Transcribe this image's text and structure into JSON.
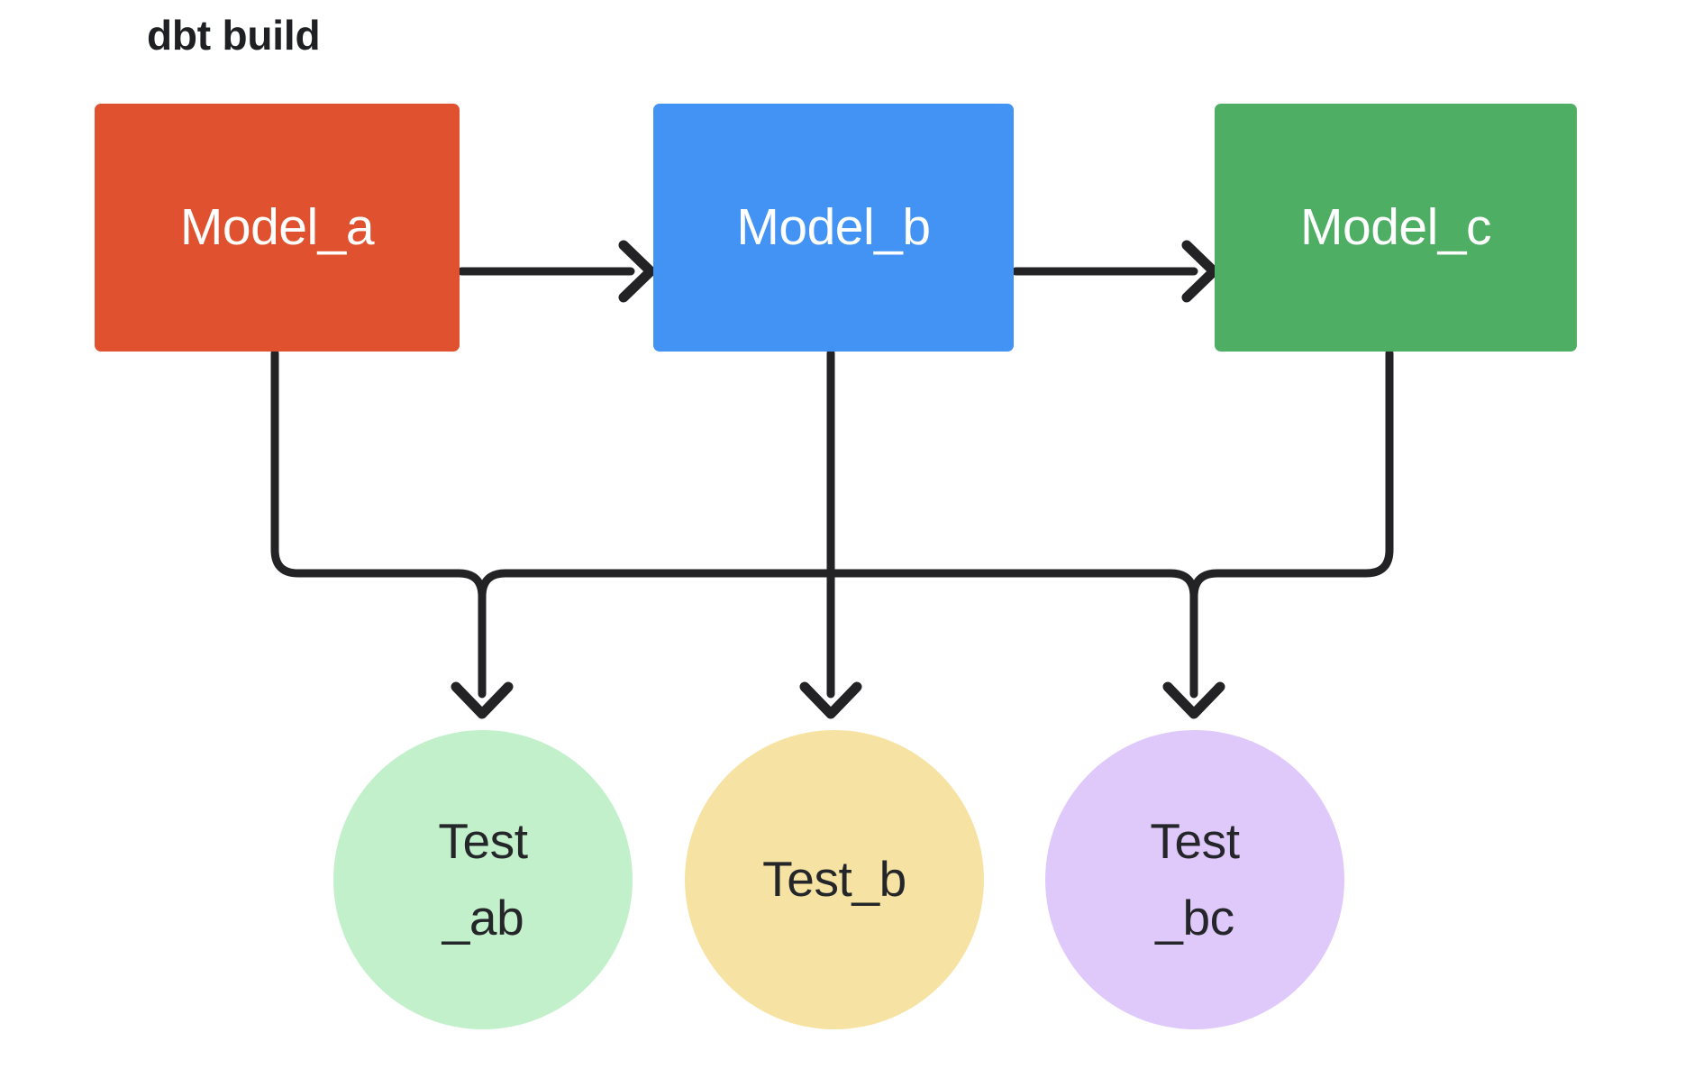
{
  "diagram": {
    "title": "dbt build",
    "background_color": "#ffffff",
    "edge_color": "#232326"
  },
  "models": [
    {
      "id": "model_a",
      "label": "Model_a",
      "color": "#e0522f",
      "text_color": "#ffffff",
      "shape": "rectangle"
    },
    {
      "id": "model_b",
      "label": "Model_b",
      "color": "#4393f5",
      "text_color": "#ffffff",
      "shape": "rectangle"
    },
    {
      "id": "model_c",
      "label": "Model_c",
      "color": "#4eae64",
      "text_color": "#ffffff",
      "shape": "rectangle"
    }
  ],
  "tests": [
    {
      "id": "test_ab",
      "label": "Test\n_ab",
      "color": "#c1f0cb",
      "text_color": "#25262a",
      "shape": "circle"
    },
    {
      "id": "test_b",
      "label": "Test_b",
      "color": "#f6e3a3",
      "text_color": "#25262a",
      "shape": "circle"
    },
    {
      "id": "test_bc",
      "label": "Test\n_bc",
      "color": "#dec9fa",
      "text_color": "#25262a",
      "shape": "circle"
    }
  ],
  "edges": [
    {
      "id": "edge-a-b",
      "from": "model_a",
      "to": "model_b",
      "style": "straight-arrow"
    },
    {
      "id": "edge-b-c",
      "from": "model_b",
      "to": "model_c",
      "style": "straight-arrow"
    },
    {
      "id": "edge-a-testab",
      "from": "model_a",
      "to": "test_ab",
      "style": "orthogonal-arrow"
    },
    {
      "id": "edge-b-testab",
      "from": "model_b",
      "to": "test_ab",
      "style": "orthogonal-arrow"
    },
    {
      "id": "edge-b-testb",
      "from": "model_b",
      "to": "test_b",
      "style": "orthogonal-arrow"
    },
    {
      "id": "edge-b-testbc",
      "from": "model_b",
      "to": "test_bc",
      "style": "orthogonal-arrow"
    },
    {
      "id": "edge-c-testbc",
      "from": "model_c",
      "to": "test_bc",
      "style": "orthogonal-arrow"
    }
  ]
}
